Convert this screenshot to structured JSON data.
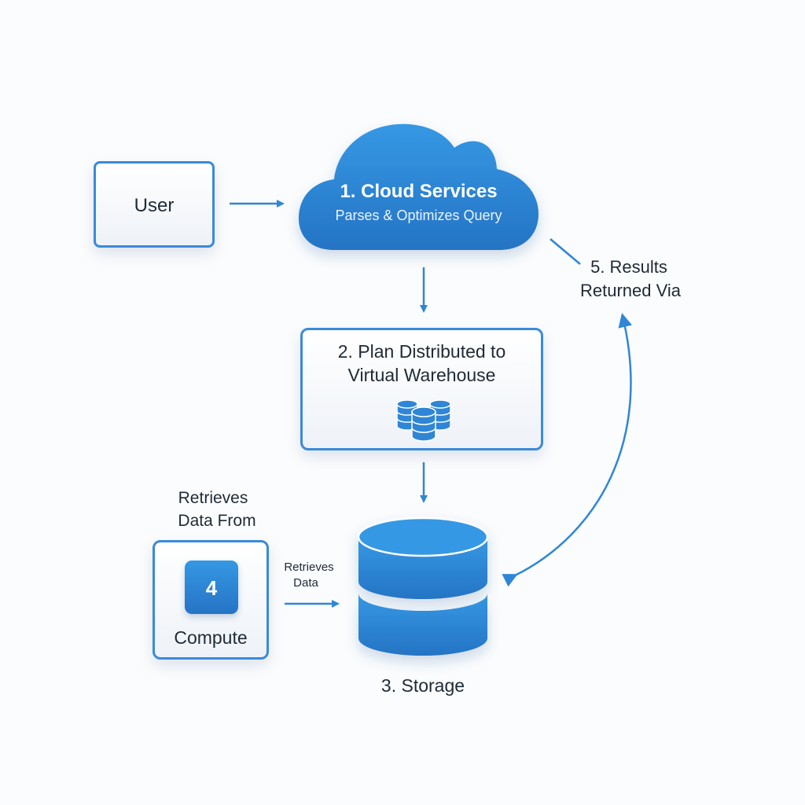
{
  "diagram": {
    "nodes": {
      "user": {
        "label": "User"
      },
      "cloud_services": {
        "title": "1. Cloud Services",
        "subtitle": "Parses & Optimizes Query"
      },
      "plan": {
        "line1": "2. Plan Distributed to",
        "line2": "Virtual Warehouse",
        "icon": "database-cluster-icon"
      },
      "storage": {
        "label": "3. Storage",
        "icon": "database-icon"
      },
      "compute": {
        "badge": "4",
        "label": "Compute"
      },
      "results": {
        "line1": "5. Results",
        "line2": "Returned Via"
      }
    },
    "annotations": {
      "retrieves_from_line1": "Retrieves",
      "retrieves_from_line2": "Data From",
      "retrieves_data_line1": "Retrieves",
      "retrieves_data_line2": "Data"
    },
    "edges": [
      {
        "from": "user",
        "to": "cloud_services"
      },
      {
        "from": "cloud_services",
        "to": "plan"
      },
      {
        "from": "plan",
        "to": "storage"
      },
      {
        "from": "compute",
        "to": "storage",
        "label": "Retrieves Data"
      },
      {
        "from": "storage",
        "to": "results",
        "bidirectional": true
      },
      {
        "from": "cloud_services",
        "to": "results"
      }
    ],
    "colors": {
      "primary": "#2f86d6",
      "border": "#3a8ad9",
      "text": "#1f2a36",
      "background": "#fbfcfd"
    }
  }
}
